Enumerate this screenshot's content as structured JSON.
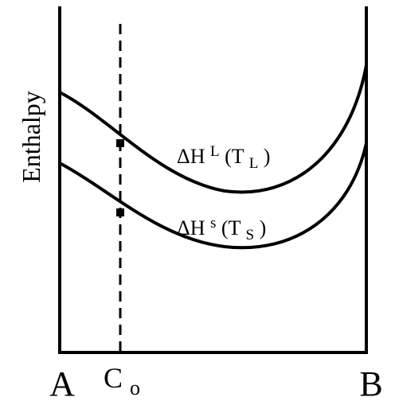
{
  "axis": {
    "ylabel": "Enthalpy",
    "left_label": "A",
    "right_label": "B",
    "marker_label_main": "C",
    "marker_label_sub": "o"
  },
  "curves": {
    "liquid": {
      "delta": "ΔH",
      "superscript": "L",
      "paren_open": "(T",
      "paren_sub": "L",
      "paren_close": ")"
    },
    "solid": {
      "delta": "ΔH",
      "superscript": "s",
      "paren_open": "(T",
      "paren_sub": "S",
      "paren_close": ")"
    }
  },
  "colors": {
    "ink": "#000000",
    "background": "#ffffff"
  }
}
